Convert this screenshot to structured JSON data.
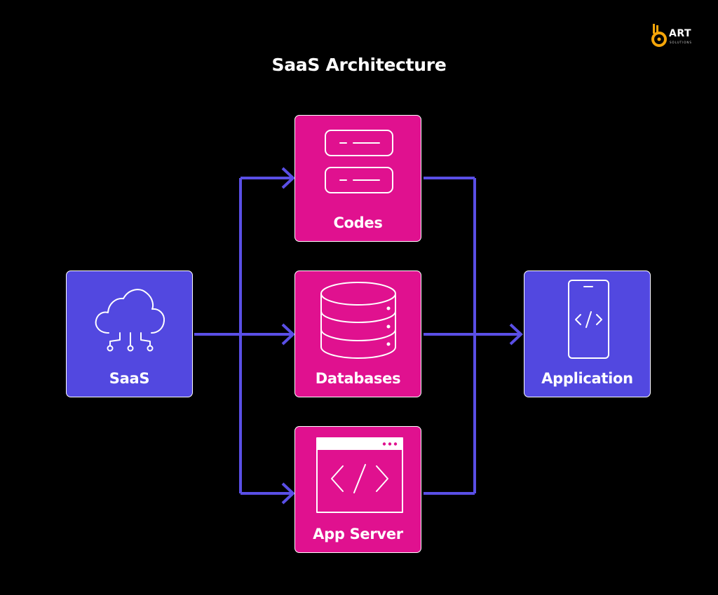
{
  "title": "SaaS Architecture",
  "logo": {
    "text": "ART",
    "subtext": "SOLUTIONS",
    "accent": "#f6a609"
  },
  "colors": {
    "background": "#000000",
    "pink": "#e0118f",
    "blue": "#5248e0",
    "connector": "#5a4fe6"
  },
  "nodes": {
    "saas": {
      "label": "SaaS",
      "icon": "cloud-network-icon"
    },
    "codes": {
      "label": "Codes",
      "icon": "server-rack-icon"
    },
    "databases": {
      "label": "Databases",
      "icon": "database-icon"
    },
    "app_server": {
      "label": "App Server",
      "icon": "browser-code-icon"
    },
    "application": {
      "label": "Application",
      "icon": "mobile-code-icon"
    }
  }
}
